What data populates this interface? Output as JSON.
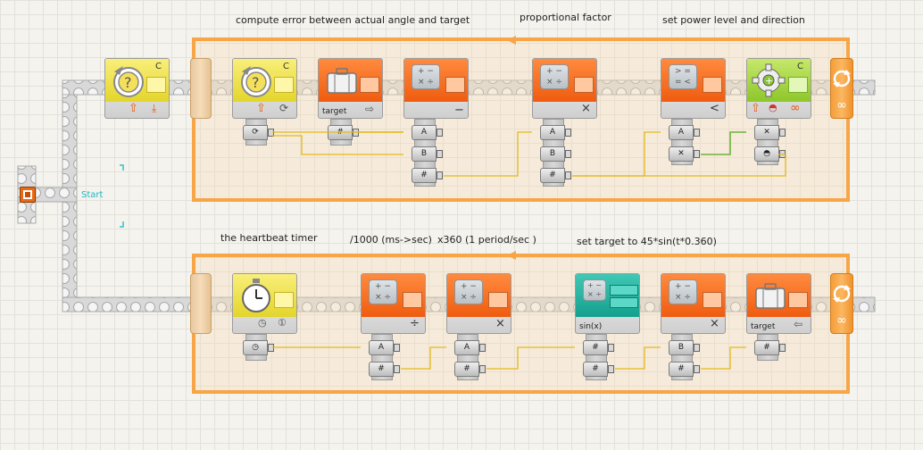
{
  "comments": {
    "compute_error": "compute error between actual angle and target",
    "proportional_factor": "proportional factor",
    "set_power": "set power level and direction",
    "heartbeat": "the heartbeat timer",
    "div1000": "/1000 (ms->sec)",
    "x360": "x360 (1 period/sec )",
    "set_target": "set target to 45*sin(t*0.360)"
  },
  "start_label": "Start",
  "top_row": {
    "rotation_sensor_1": {
      "port": "C"
    },
    "rotation_sensor_2": {
      "port": "C"
    },
    "variable_read": {
      "label": "target"
    },
    "math_subtract": {
      "op": "−"
    },
    "math_multiply": {
      "op": "×"
    },
    "compare": {
      "op": "<"
    },
    "motor": {
      "port": "C"
    }
  },
  "bottom_row": {
    "math_divide": {
      "op": "÷"
    },
    "math_multiply": {
      "op": "×"
    },
    "sin": {
      "label": "sin(x)"
    },
    "math_multiply_2": {
      "op": "×"
    },
    "variable_write": {
      "label": "target"
    }
  },
  "plugs": {
    "A": "A",
    "B": "B",
    "hash": "#"
  },
  "colors": {
    "wire": "#e2b91c",
    "green_wire": "#6fb23a",
    "loop": "#f7a546",
    "beam": "#cfcfcf",
    "start": "#e96a13"
  },
  "icons": {
    "loop": "loop-arrows-icon",
    "infinity": "infinity-icon",
    "timer": "stopwatch-icon",
    "sensor": "rotation-sensor-icon",
    "motor": "gear-motor-icon",
    "variable": "suitcase-icon"
  }
}
